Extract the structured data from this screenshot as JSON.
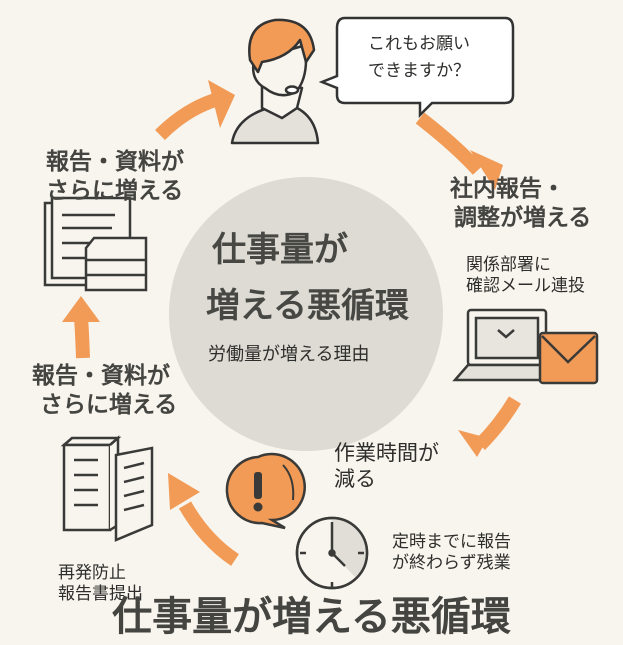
{
  "speech_bubble": {
    "line1": "これもお願い",
    "line2": "できますか？"
  },
  "center": {
    "title_line1": "仕事量が",
    "title_line2": "増える悪循環",
    "subtitle": "労働量が増える理由"
  },
  "steps": {
    "internal_reports": {
      "line1": "社内報告・",
      "line2": "調整が増える"
    },
    "emails": {
      "line1": "関係部署に",
      "line2": "確認メール連投"
    },
    "work_time": {
      "line1": "作業時間が",
      "line2": "減る"
    },
    "overtime": {
      "line1": "定時までに報告",
      "line2": "が終わらず残業"
    },
    "prevention": {
      "line1": "再発防止",
      "line2": "報告書提出"
    },
    "more_reports_mid": {
      "line1": "報告・資料が",
      "line2": "さらに増える"
    },
    "more_reports_top": {
      "line1": "報告・資料が",
      "line2": "さらに増える"
    }
  },
  "footer_title": "仕事量が増える悪循環",
  "colors": {
    "accent": "#f19b56",
    "circle": "#dddbd3",
    "background": "#f8f5ee",
    "text": "#3a3a38"
  }
}
